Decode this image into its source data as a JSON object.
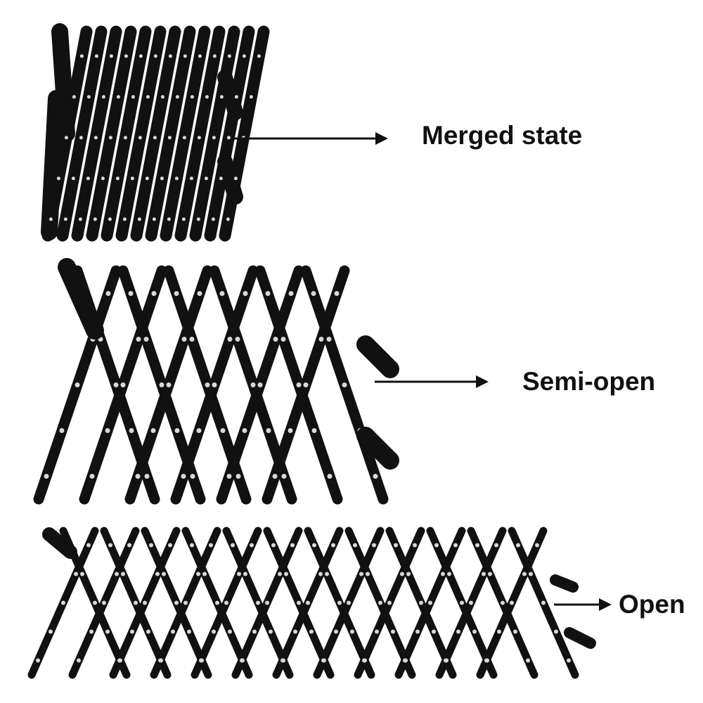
{
  "labels": {
    "merged": "Merged state",
    "semi_open": "Semi-open",
    "open": "Open"
  },
  "colors": {
    "bar": "#111111",
    "rivet": "#d8d8d8",
    "text": "#111111"
  }
}
